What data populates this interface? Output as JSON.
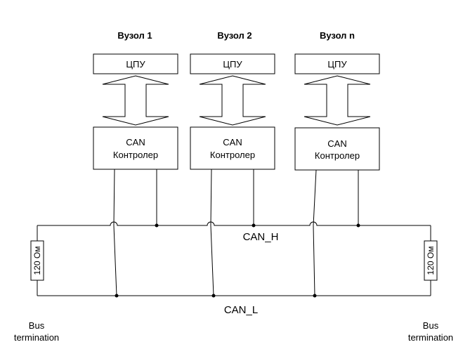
{
  "nodes": [
    {
      "title": "Вузол 1",
      "cpu": "ЦПУ",
      "controller_line1": "CAN",
      "controller_line2": "Контролер"
    },
    {
      "title": "Вузол 2",
      "cpu": "ЦПУ",
      "controller_line1": "CAN",
      "controller_line2": "Контролер"
    },
    {
      "title": "Вузол n",
      "cpu": "ЦПУ",
      "controller_line1": "CAN",
      "controller_line2": "Контролер"
    }
  ],
  "bus": {
    "high_label": "CAN_H",
    "low_label": "CAN_L"
  },
  "resistors": {
    "left_label": "120 Ом",
    "right_label": "120 Ом"
  },
  "termination": {
    "left_line1": "Bus",
    "left_line2": "termination",
    "right_line1": "Bus",
    "right_line2": "termination"
  }
}
